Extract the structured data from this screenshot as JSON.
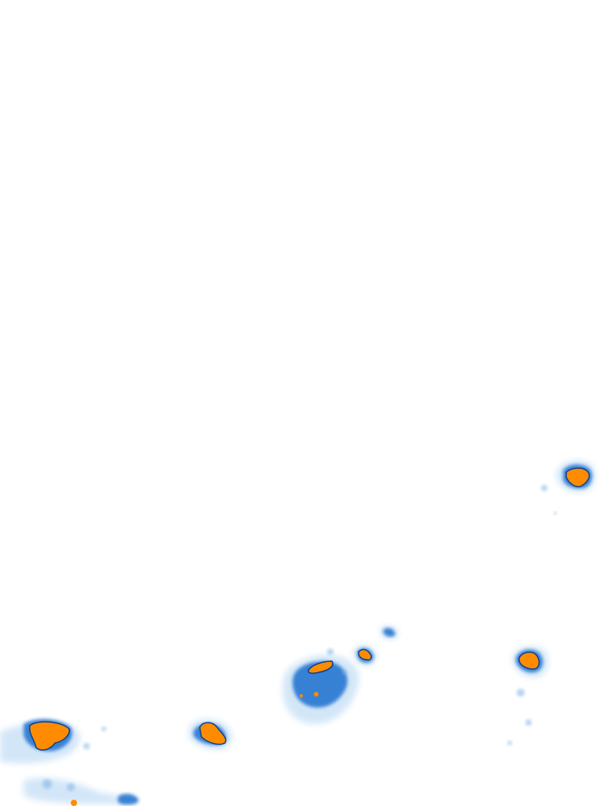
{
  "layer": {
    "type": "precipitation-radar-tile",
    "background": "#ffffff",
    "legend_colors": {
      "very_light": "#cfe4f7",
      "light": "#7fb2e8",
      "moderate": "#1f6fcf",
      "heavy_edge": "#0b3f8f",
      "intense": "#ff8c00"
    }
  },
  "cells": [
    {
      "id": "cell-east-upper",
      "intensity": "intense",
      "has_core": true
    },
    {
      "id": "cell-east-lower",
      "intensity": "intense",
      "has_core": true
    },
    {
      "id": "cell-center-small",
      "intensity": "intense",
      "has_core": true
    },
    {
      "id": "cell-center-ring",
      "intensity": "intense",
      "has_core": true
    },
    {
      "id": "cell-center-left",
      "intensity": "intense",
      "has_core": true
    },
    {
      "id": "cell-west",
      "intensity": "intense",
      "has_core": true
    },
    {
      "id": "cell-southwest",
      "intensity": "moderate",
      "has_core": false
    },
    {
      "id": "cell-center-speck",
      "intensity": "moderate",
      "has_core": false
    }
  ]
}
